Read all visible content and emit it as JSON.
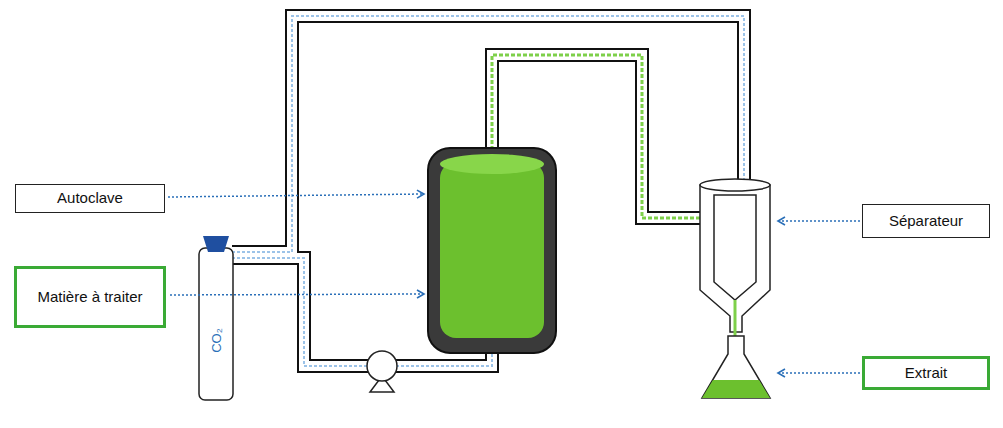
{
  "diagram": {
    "nodes": [
      {
        "text": [
          "Autoclave"
        ]
      },
      {
        "text": [
          "Matière à traiter"
        ]
      },
      {
        "text": [
          "Séparateur"
        ]
      },
      {
        "text": [
          "Extrait"
        ]
      }
    ],
    "labels": [
      "CO₂"
    ]
  }
}
